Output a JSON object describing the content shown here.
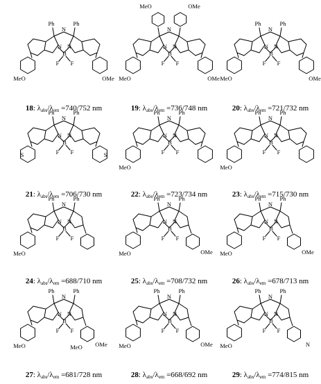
{
  "atoms": {
    "N": "N",
    "B": "B",
    "F": "F",
    "S": "S"
  },
  "compounds": [
    {
      "id": "18",
      "abs": "740",
      "em": "752",
      "subs": {
        "left_top": "Ph",
        "right_top": "Ph",
        "left_ome": "MeO",
        "right_ome": "OMe"
      }
    },
    {
      "id": "19",
      "abs": "736",
      "em": "748",
      "subs": {
        "left_top": "MeO",
        "right_top": "OMe",
        "left_ome": "MeO",
        "right_ome": "OMe"
      }
    },
    {
      "id": "20",
      "abs": "721",
      "em": "732",
      "subs": {
        "left_top": "Ph",
        "right_top": "Ph",
        "left_ome": "MeO",
        "right_ome": "OMe"
      }
    },
    {
      "id": "21",
      "abs": "706",
      "em": "730",
      "subs": {
        "left_top": "Ph",
        "right_top": "Ph"
      }
    },
    {
      "id": "22",
      "abs": "723",
      "em": "734",
      "subs": {
        "left_top": "Ph",
        "right_top": "Ph",
        "left_ome": "MeO"
      }
    },
    {
      "id": "23",
      "abs": "715",
      "em": "730",
      "subs": {
        "left_top": "Ph",
        "right_top": "Ph",
        "left_ome": "MeO"
      }
    },
    {
      "id": "24",
      "abs": "688",
      "em": "710",
      "subs": {
        "left_top": "Ph",
        "right_top": "Ph",
        "left_ome": "MeO"
      }
    },
    {
      "id": "25",
      "abs": "708",
      "em": "732",
      "subs": {
        "left_top": "Ph",
        "right_top": "Ph",
        "left_ome": "MeO",
        "right_ome": "OMe"
      }
    },
    {
      "id": "26",
      "abs": "678",
      "em": "713",
      "subs": {
        "left_top": "Ph",
        "right_top": "Ph",
        "left_ome": "MeO",
        "right_ome": "OMe"
      }
    },
    {
      "id": "27",
      "abs": "681",
      "em": "728",
      "subs": {
        "left_top": "Ph",
        "right_top": "Ph",
        "left_ome": "MeO",
        "right_ome": "OMe",
        "extra": "MeO"
      }
    },
    {
      "id": "28",
      "abs": "668",
      "em": "692",
      "subs": {
        "left_top": "Ph",
        "right_top": "Ph",
        "left_ome": "MeO",
        "right_ome": "OMe"
      }
    },
    {
      "id": "29",
      "abs": "774",
      "em": "815",
      "subs": {
        "left_top": "Ph",
        "right_top": "Ph",
        "left_ome": "MeO",
        "right_ome": "N"
      }
    }
  ],
  "caption": {
    "lambda": "λ",
    "abs": "abs",
    "em": "em",
    "sep": "/",
    "eq": "=",
    "unit": "nm"
  }
}
